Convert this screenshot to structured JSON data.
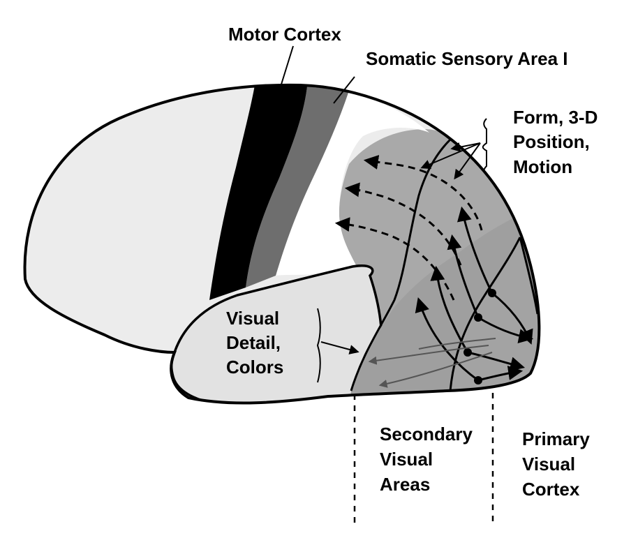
{
  "labels": {
    "motor_cortex": "Motor Cortex",
    "somatic_sensory": "Somatic Sensory Area I",
    "form": [
      "Form, 3-D",
      "Position,",
      "Motion"
    ],
    "visual_detail": [
      "Visual",
      "Detail,",
      "Colors"
    ],
    "secondary": [
      "Secondary",
      "Visual",
      "Areas"
    ],
    "primary": [
      "Primary",
      "Visual",
      "Cortex"
    ]
  },
  "colors": {
    "background": "#ffffff",
    "outline": "#000000",
    "frontal_lobe": "#ececec",
    "temporal_lobe": "#e2e2e2",
    "motor_cortex": "#000000",
    "somatic_sensory": "#6e6e6e",
    "parietal_white": "#ffffff",
    "visual_association": "#a9a9a9",
    "secondary_visual": "#9f9f9f",
    "primary_visual": "#a3a3a3"
  }
}
